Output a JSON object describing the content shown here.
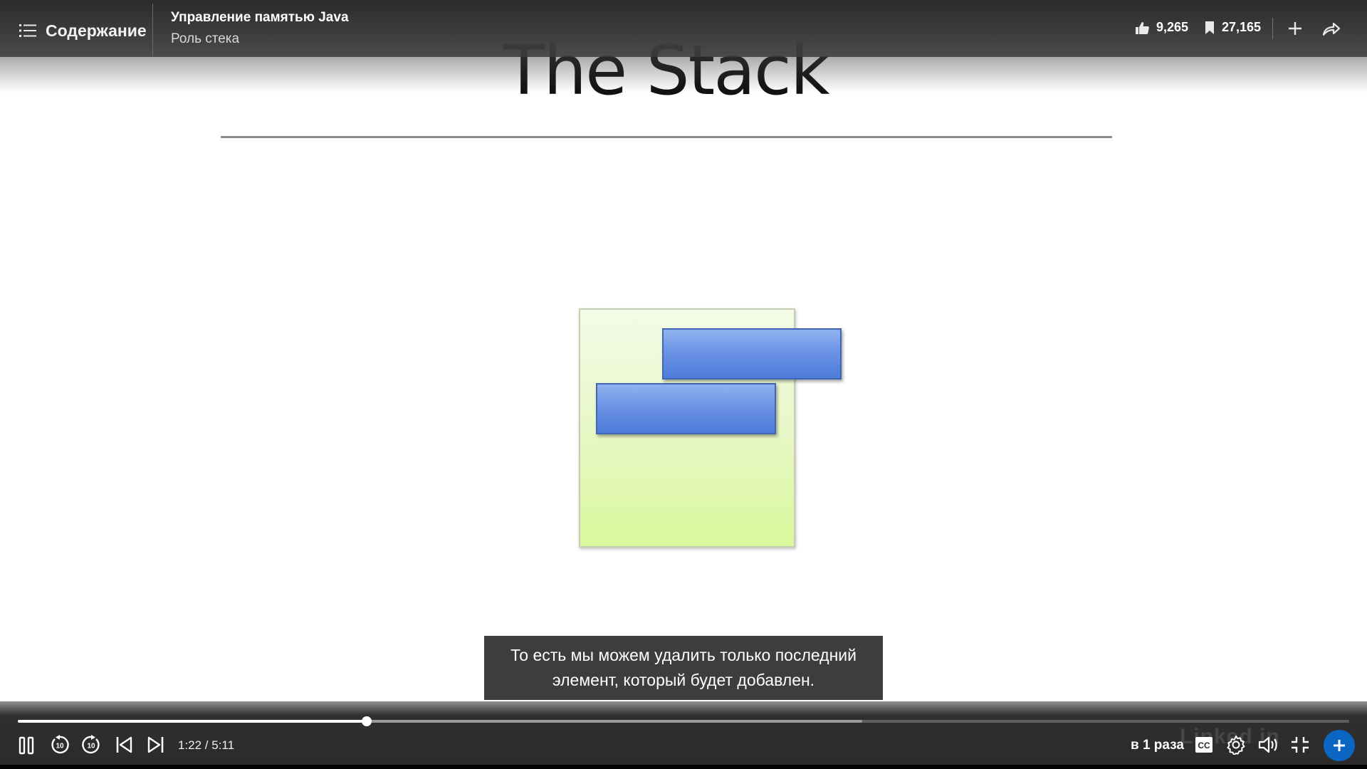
{
  "header": {
    "toc_label": "Содержание",
    "course_title": "Управление памятью Java",
    "lesson_title": "Роль стека",
    "likes": "9,265",
    "saves": "27,165"
  },
  "slide": {
    "title": "The Stack"
  },
  "caption": {
    "line1": "То есть мы можем удалить только последний",
    "line2": "элемент, который будет добавлен."
  },
  "controls": {
    "time": "1:22 / 5:11",
    "speed_label": "в 1 раза",
    "cc_label": "CC",
    "watermark": "Linked in",
    "progress_fraction": 0.262,
    "buffered_fraction": 0.634
  },
  "colors": {
    "accent": "#0a66c2",
    "bar": "#2b2b2b",
    "stack_frame": "#e8f7c8",
    "stack_block": "#6c94e6"
  }
}
